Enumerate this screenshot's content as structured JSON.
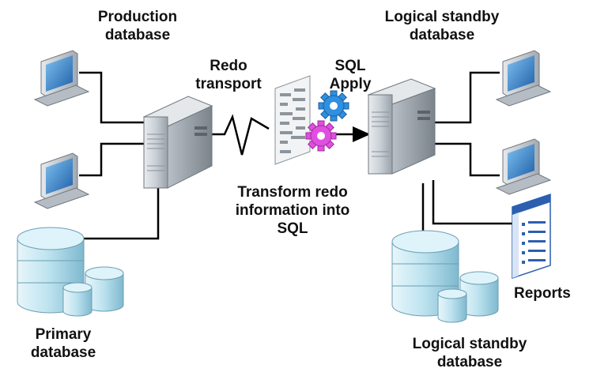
{
  "labels": {
    "production_db": [
      "Production",
      "database"
    ],
    "redo_transport": [
      "Redo",
      "transport"
    ],
    "sql_apply": [
      "SQL",
      "Apply"
    ],
    "logical_standby_top": [
      "Logical standby",
      "database"
    ],
    "transform": [
      "Transform redo",
      "information into",
      "SQL"
    ],
    "primary_db": [
      "Primary",
      "database"
    ],
    "logical_standby_bottom": [
      "Logical standby",
      "database"
    ],
    "reports": "Reports"
  },
  "colors": {
    "line": "#000000",
    "server_body": "#c9cfd5",
    "monitor_screen": "#3a86c7",
    "db_cylinder": "#bfe4f0",
    "gear_blue": "#2f8fe0",
    "gear_magenta": "#e04fe0"
  }
}
